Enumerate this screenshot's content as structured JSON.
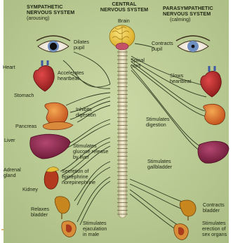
{
  "colors": {
    "background": "#b9c994",
    "background_light": "#c9d7a4",
    "nerve": "#2d3a1f",
    "spine": "#eae3c4",
    "brain": "#f0cd3a",
    "organ_red": "#b62a2a",
    "organ_orange": "#e8852a",
    "liver": "#8a2540",
    "page_edge": "#d9a441"
  },
  "icons": [
    "eye-icon",
    "brain-icon",
    "heart-icon",
    "stomach-icon",
    "pancreas-icon",
    "liver-icon",
    "adrenal-kidney-icon",
    "bladder-icon",
    "sex-organs-icon",
    "spinal-cord-icon"
  ],
  "header": {
    "sympathetic_title": "Sympathetic\nnervous system",
    "sympathetic_sub": "(arousing)",
    "central_title": "Central\nnervous system",
    "parasympathetic_title": "Parasympathetic\nnervous system",
    "parasympathetic_sub": "(calming)"
  },
  "structures": {
    "brain": "Brain",
    "spinal_cord": "Spinal\ncord"
  },
  "organs": {
    "heart": "Heart",
    "stomach": "Stomach",
    "pancreas": "Pancreas",
    "liver": "Liver",
    "adrenal_gland": "Adrenal\ngland",
    "kidney": "Kidney"
  },
  "sympathetic_effects": {
    "pupil": "Dilates\npupil",
    "heart": "Accelerates\nheartbeat",
    "digestion": "Inhibits\ndigestion",
    "glucose": "Stimulates\nglucose release\nby liver",
    "epinephrine": "Secretion of\nepinephrine\nnorepinephrine",
    "bladder": "Relaxes\nbladder",
    "ejaculation": "Stimulates\nejaculation\nin male"
  },
  "parasympathetic_effects": {
    "pupil": "Contracts\npupil",
    "heart": "Slows\nheartbeat",
    "digestion": "Stimulates\ndigestion",
    "gallbladder": "Stimulates\ngallbladder",
    "bladder": "Contracts\nbladder",
    "sex_organs": "Stimulates\nerection of\nsex organs"
  }
}
